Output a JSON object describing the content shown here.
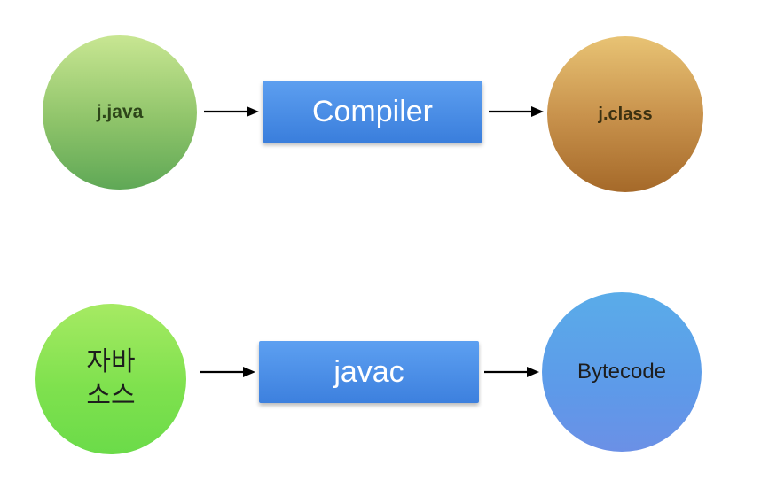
{
  "diagram": {
    "rows": [
      {
        "source": {
          "label": "j.java",
          "color": "#8fc46a"
        },
        "process": {
          "label": "Compiler",
          "color": "#3a7edc"
        },
        "output": {
          "label": "j.class",
          "color": "#c9934d"
        }
      },
      {
        "source": {
          "label": "자바\n소스",
          "color": "#7fe14e"
        },
        "process": {
          "label": "javac",
          "color": "#3d80de"
        },
        "output": {
          "label": "Bytecode",
          "color": "#5d9ae9"
        }
      }
    ],
    "edges": [
      {
        "from": "j.java",
        "to": "Compiler"
      },
      {
        "from": "Compiler",
        "to": "j.class"
      },
      {
        "from": "자바 소스",
        "to": "javac"
      },
      {
        "from": "javac",
        "to": "Bytecode"
      }
    ]
  }
}
